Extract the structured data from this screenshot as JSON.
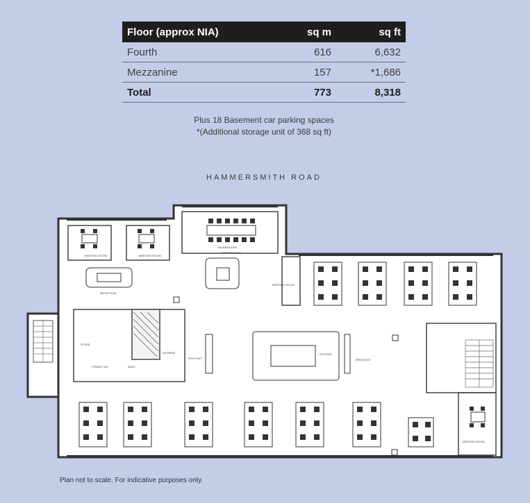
{
  "schedule": {
    "headers": [
      "Floor  (approx NIA)",
      "sq m",
      "sq ft"
    ],
    "rows": [
      {
        "floor": "Fourth",
        "sqm": "616",
        "sqft": "6,632"
      },
      {
        "floor": "Mezzanine",
        "sqm": "157",
        "sqft": "*1,686"
      }
    ],
    "total": {
      "floor": "Total",
      "sqm": "773",
      "sqft": "8,318"
    }
  },
  "notes": {
    "parking": "Plus 18 Basement car parking spaces",
    "storage": "*(Additional storage unit of 368 sq ft)"
  },
  "plan": {
    "road_label": "HAMMERSMITH ROAD",
    "rooms": {
      "meeting_room_1": "MEETING ROOM",
      "meeting_room_2": "MEETING ROOM",
      "meeting_room_3": "MEETING ROOM",
      "meeting_room_side": "MEETING ROOM",
      "boardroom": "BOARDROOM",
      "reception": "RECEPTION",
      "soft_seating": "SOFT SEATING",
      "store": "STORE",
      "female_wc": "FEMALE WC",
      "male_wc": "MALE",
      "shower": "SHOWER",
      "tea_point": "TEA POINT",
      "kitchen": "KITCHEN",
      "breakout": "BREAKOUT"
    }
  },
  "disclaimer": "Plan not to scale. For indicative purposes only."
}
